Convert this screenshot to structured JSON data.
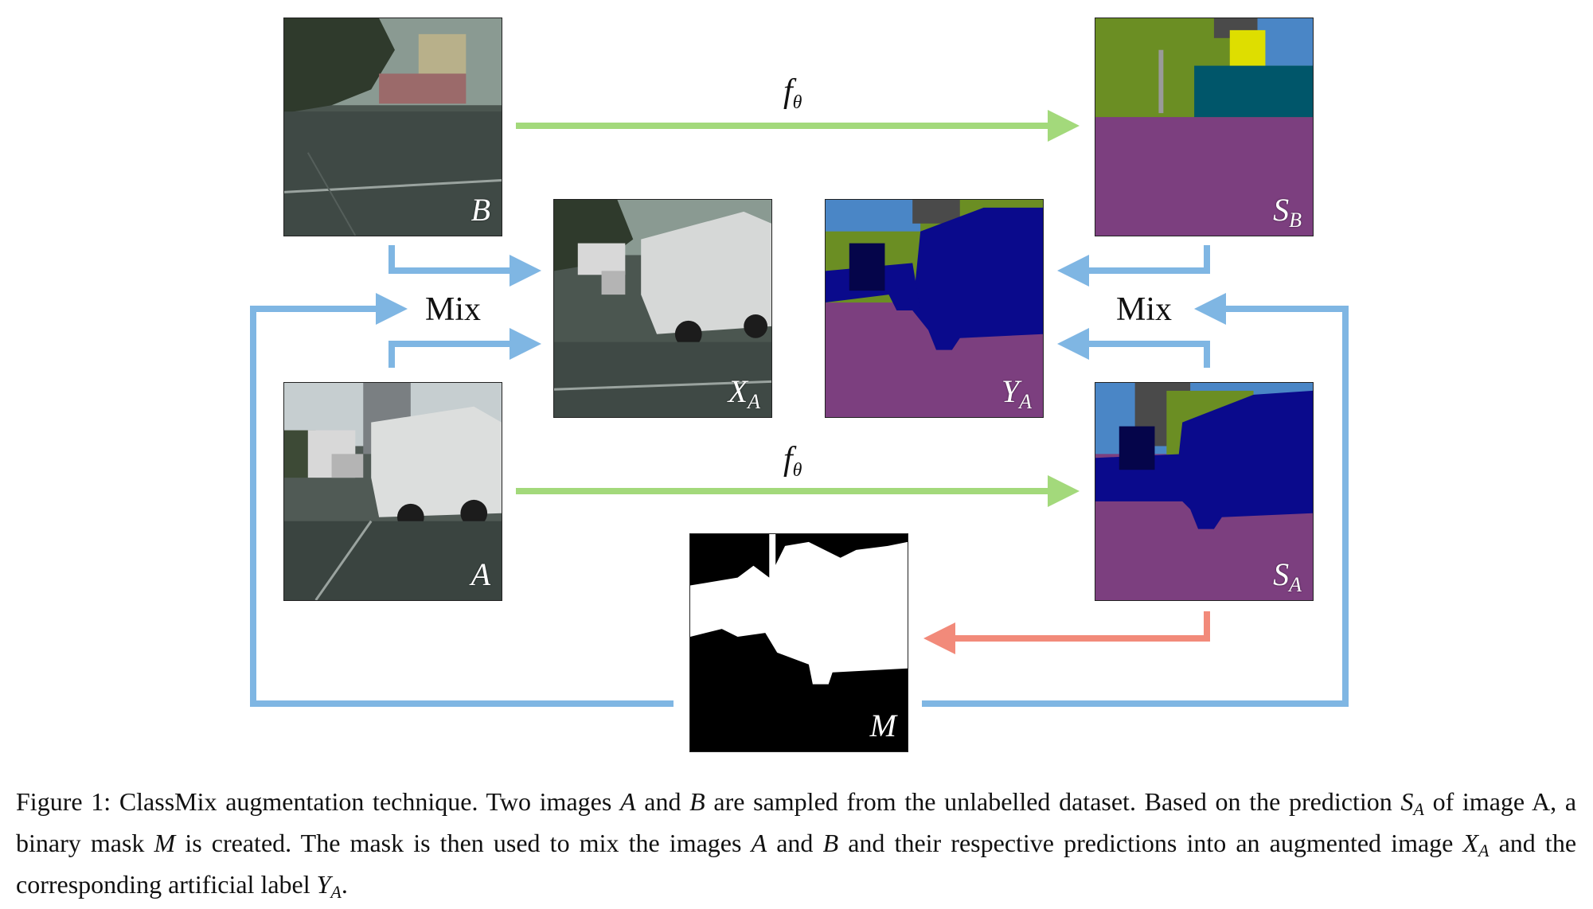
{
  "figure": {
    "panels": {
      "B": {
        "label": "B",
        "sub": ""
      },
      "A": {
        "label": "A",
        "sub": ""
      },
      "XA": {
        "label": "X",
        "sub": "A"
      },
      "YA": {
        "label": "Y",
        "sub": "A"
      },
      "SB": {
        "label": "S",
        "sub": "B"
      },
      "SA": {
        "label": "S",
        "sub": "A"
      },
      "M": {
        "label": "M",
        "sub": ""
      }
    },
    "mix_left": "Mix",
    "mix_right": "Mix",
    "f_theta_top": {
      "f": "f",
      "sub": "θ"
    },
    "f_theta_bottom": {
      "f": "f",
      "sub": "θ"
    },
    "colors": {
      "blue_arrow": "#7fb6e3",
      "green_arrow": "#a3d97b",
      "red_arrow": "#f28a7a",
      "road": "#7c3f7f",
      "vehicle": "#0a0a8c",
      "vegetation": "#6b8e23",
      "sky": "#4a86c6",
      "building": "#4a4a4a",
      "truck": "#00566a",
      "sign": "#dede00"
    }
  },
  "caption": {
    "p1": "Figure 1: ClassMix augmentation technique. Two images ",
    "v1": "A",
    "p2": " and ",
    "v2": "B",
    "p3": " are sampled from the unlabelled dataset. Based on the prediction ",
    "v3": "S",
    "v3sub": "A",
    "p4": " of image A, a binary mask ",
    "v4": "M",
    "p5": " is created. The mask is then used to mix the images ",
    "v5": "A",
    "p6": " and ",
    "v6": "B",
    "p7": " and their respective predictions into an augmented image ",
    "v7": "X",
    "v7sub": "A",
    "p8": " and the corresponding artificial label ",
    "v8": "Y",
    "v8sub": "A",
    "p9": "."
  }
}
